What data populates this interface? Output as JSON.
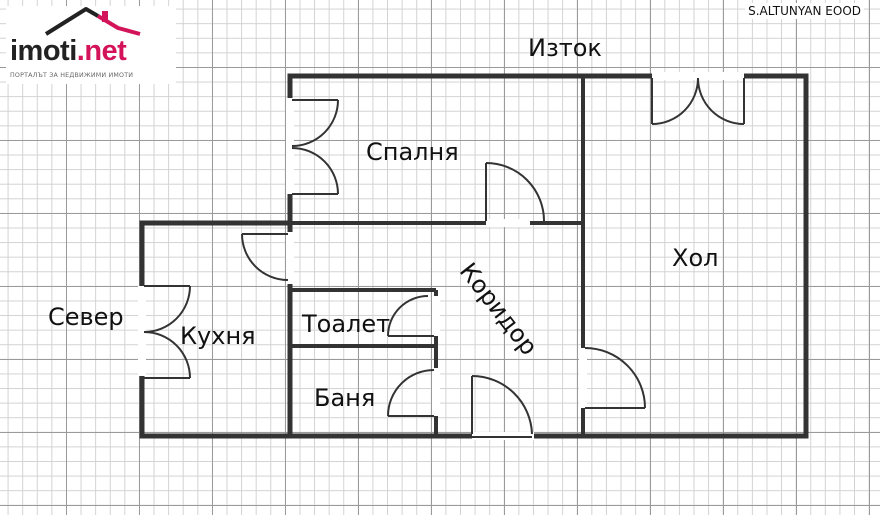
{
  "brand": {
    "name_prefix": "imoti",
    "name_suffix": ".net",
    "tagline": "ПОРТАЛЪТ ЗА НЕДВИЖИМИ ИМОТИ",
    "accent_color": "#d4145a"
  },
  "watermark": "S.ALTUNYAN EOOD",
  "compass": {
    "east": "Изток",
    "north": "Север"
  },
  "rooms": {
    "bedroom": "Спалня",
    "living": "Хол",
    "kitchen": "Кухня",
    "corridor": "Коридор",
    "toilet": "Тоалет",
    "bathroom": "Баня"
  }
}
